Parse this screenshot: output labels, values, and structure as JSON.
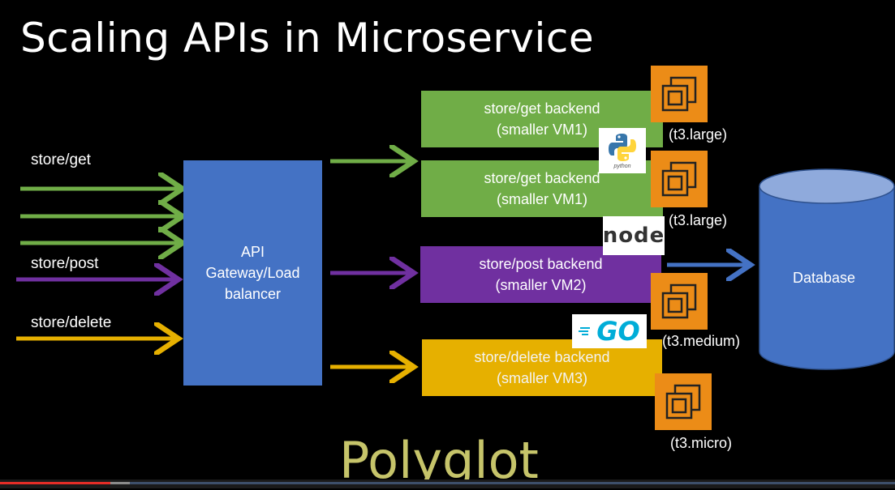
{
  "title": "Scaling APIs in Microservice",
  "routes": {
    "get": "store/get",
    "post": "store/post",
    "delete": "store/delete"
  },
  "gateway": {
    "line1": "API",
    "line2": "Gateway/Load",
    "line3": "balancer"
  },
  "backends": [
    {
      "line1": "store/get  backend",
      "line2": "(smaller VM1)",
      "instance": "(t3.large)"
    },
    {
      "line1": "store/get  backend",
      "line2": "(smaller VM1)",
      "instance": "(t3.large)"
    },
    {
      "line1": "store/post  backend",
      "line2": "(smaller VM2)",
      "instance": "(t3.medium)"
    },
    {
      "line1": "store/delete  backend",
      "line2": "(smaller VM3)",
      "instance": "(t3.micro)"
    }
  ],
  "logos": {
    "python_text": "python",
    "node_text": "node",
    "go_text": "GO"
  },
  "database": "Database",
  "footer": "Polyglot",
  "colors": {
    "get": "#70ad47",
    "post": "#7030a0",
    "delete": "#e6b000",
    "gateway": "#4472c4",
    "database": "#4472c4",
    "instance_icon": "#ec8c17"
  },
  "video_progress": 0.125
}
